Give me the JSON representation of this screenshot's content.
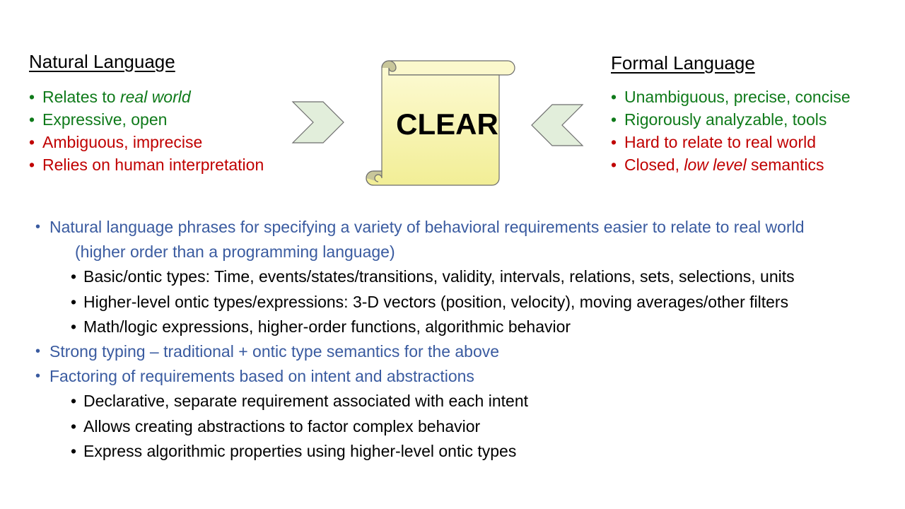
{
  "left": {
    "title": "Natural Language",
    "items": [
      {
        "pre": "Relates to ",
        "em": "real world",
        "post": "",
        "color": "green"
      },
      {
        "pre": "Expressive, open",
        "em": "",
        "post": "",
        "color": "green"
      },
      {
        "pre": "Ambiguous, imprecise",
        "em": "",
        "post": "",
        "color": "red"
      },
      {
        "pre": "Relies on human interpretation",
        "em": "",
        "post": "",
        "color": "red"
      }
    ]
  },
  "right": {
    "title": "Formal Language",
    "items": [
      {
        "pre": "Unambiguous, precise, concise",
        "em": "",
        "post": "",
        "color": "green"
      },
      {
        "pre": "Rigorously analyzable, tools",
        "em": "",
        "post": "",
        "color": "green"
      },
      {
        "pre": "Hard to relate to real world",
        "em": "",
        "post": "",
        "color": "red"
      },
      {
        "pre": "Closed, ",
        "em": "low level",
        "post": " semantics",
        "color": "red"
      }
    ]
  },
  "center": {
    "label": "CLEAR"
  },
  "bullet": "•",
  "main": {
    "b1": "Natural language phrases for specifying a variety of behavioral requirements easier to relate to real world",
    "b1_cont": "(higher order than a programming language)",
    "b1_s1": "Basic/ontic types: Time, events/states/transitions, validity, intervals, relations, sets, selections, units",
    "b1_s2": "Higher-level ontic types/expressions: 3-D vectors (position, velocity), moving averages/other filters",
    "b1_s3": "Math/logic expressions, higher-order functions, algorithmic behavior",
    "b2": "Strong typing – traditional + ontic type semantics for the above",
    "b3": "Factoring of requirements based on intent and abstractions",
    "b3_s1": "Declarative, separate requirement associated with each intent",
    "b3_s2": "Allows creating abstractions to factor complex behavior",
    "b3_s3": "Express algorithmic properties using higher-level ontic types"
  },
  "colors": {
    "green": "#0f7a1a",
    "red": "#c00000",
    "blue": "#3a5ba0",
    "chevron_fill": "#e2eedb",
    "chevron_stroke": "#6d6d6d",
    "scroll_light": "#fdfbd6",
    "scroll_dark": "#f2ee96"
  }
}
